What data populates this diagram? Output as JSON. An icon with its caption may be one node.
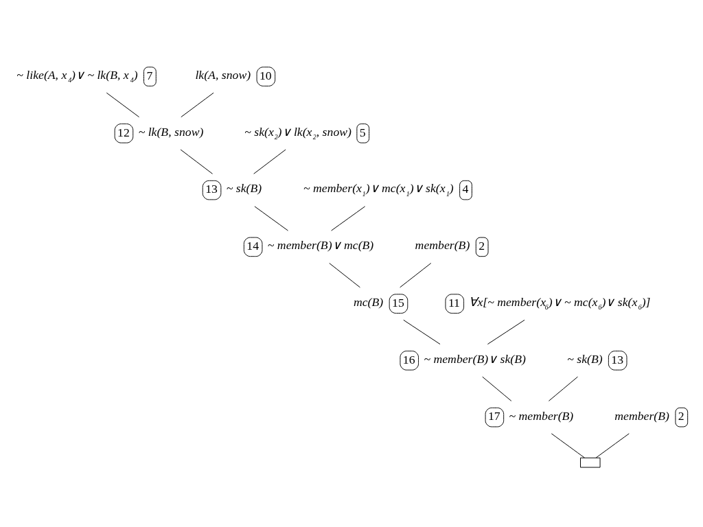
{
  "diagram": {
    "nodes": [
      {
        "text": [
          "~ like(A, x$_{4}$)∨ ~ lk(B, x$_{4}$)",
          "7"
        ]
      },
      {
        "text": [
          "lk(A, snow)",
          "10"
        ]
      },
      {
        "text": [
          "12",
          "~ lk(B, snow)"
        ]
      },
      {
        "text": [
          "~ sk(x$_{2}$)∨ lk(x$_{2}$, snow)",
          "5"
        ]
      },
      {
        "text": [
          "13",
          "~ sk(B)"
        ]
      },
      {
        "text": [
          "~ member(x$_{1}$)∨ mc(x$_{1}$)∨ sk(x$_{1}$)",
          "4"
        ]
      },
      {
        "text": [
          "14",
          "~ member(B)∨ mc(B)"
        ]
      },
      {
        "text": [
          "member(B)",
          "2"
        ]
      },
      {
        "text": [
          "11",
          "∀x[~ member(x$_{6}$)∨ ~ mc(x$_{6}$)∨ sk(x$_{6}$)]"
        ]
      },
      {
        "text": [
          "mc(B)",
          "15"
        ]
      },
      {
        "text": [
          "16",
          "~ member(B)∨ sk(B)"
        ]
      },
      {
        "text": [
          "~ sk(B)",
          "13"
        ]
      },
      {
        "text": [
          "17",
          "~ member(B)"
        ]
      },
      {
        "text": [
          "member(B)",
          "2"
        ]
      },
      {
        "text": [],
        "shape": "box"
      }
    ],
    "edges": [
      {
        "from": 0,
        "to": 2,
        "arrow": "none"
      },
      {
        "from": 1,
        "to": 2,
        "arrow": "none"
      },
      {
        "from": 2,
        "to": 4,
        "arrow": "none"
      },
      {
        "from": 3,
        "to": 4,
        "arrow": "none"
      },
      {
        "from": 4,
        "to": 6,
        "arrow": "none"
      },
      {
        "from": 5,
        "to": 6,
        "arrow": "none"
      },
      {
        "from": 6,
        "to": 9,
        "arrow": "none"
      },
      {
        "from": 7,
        "to": 9,
        "arrow": "none"
      },
      {
        "from": 8,
        "to": 10,
        "arrow": "none"
      },
      {
        "from": 9,
        "to": 10,
        "arrow": "none"
      },
      {
        "from": 10,
        "to": 12,
        "arrow": "none"
      },
      {
        "from": 11,
        "to": 12,
        "arrow": "none"
      },
      {
        "from": 12,
        "to": 14,
        "arrow": "none"
      },
      {
        "from": 13,
        "to": 14,
        "arrow": "none"
      }
    ]
  }
}
